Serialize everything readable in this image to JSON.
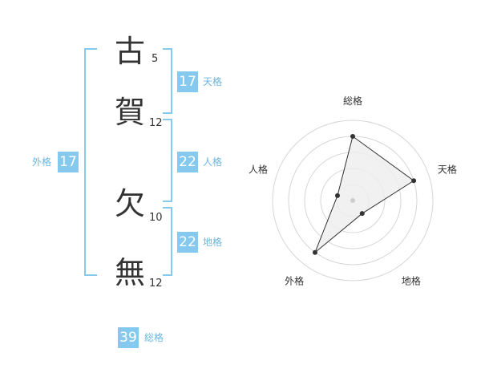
{
  "characters": [
    {
      "char": "古",
      "strokes": "5"
    },
    {
      "char": "賀",
      "strokes": "12"
    },
    {
      "char": "欠",
      "strokes": "10"
    },
    {
      "char": "無",
      "strokes": "12"
    }
  ],
  "kaku": {
    "tenkaku": {
      "value": "17",
      "label": "天格"
    },
    "jinkaku": {
      "value": "22",
      "label": "人格"
    },
    "chikaku": {
      "value": "22",
      "label": "地格"
    },
    "gaikaku": {
      "value": "17",
      "label": "外格"
    },
    "soukaku": {
      "value": "39",
      "label": "総格"
    }
  },
  "accent_color": "#86c9ee",
  "chart_data": {
    "type": "radar",
    "axes": [
      "総格",
      "天格",
      "地格",
      "外格",
      "人格"
    ],
    "values": [
      4,
      4,
      1,
      4,
      1
    ],
    "max": 5,
    "rings": 5
  }
}
